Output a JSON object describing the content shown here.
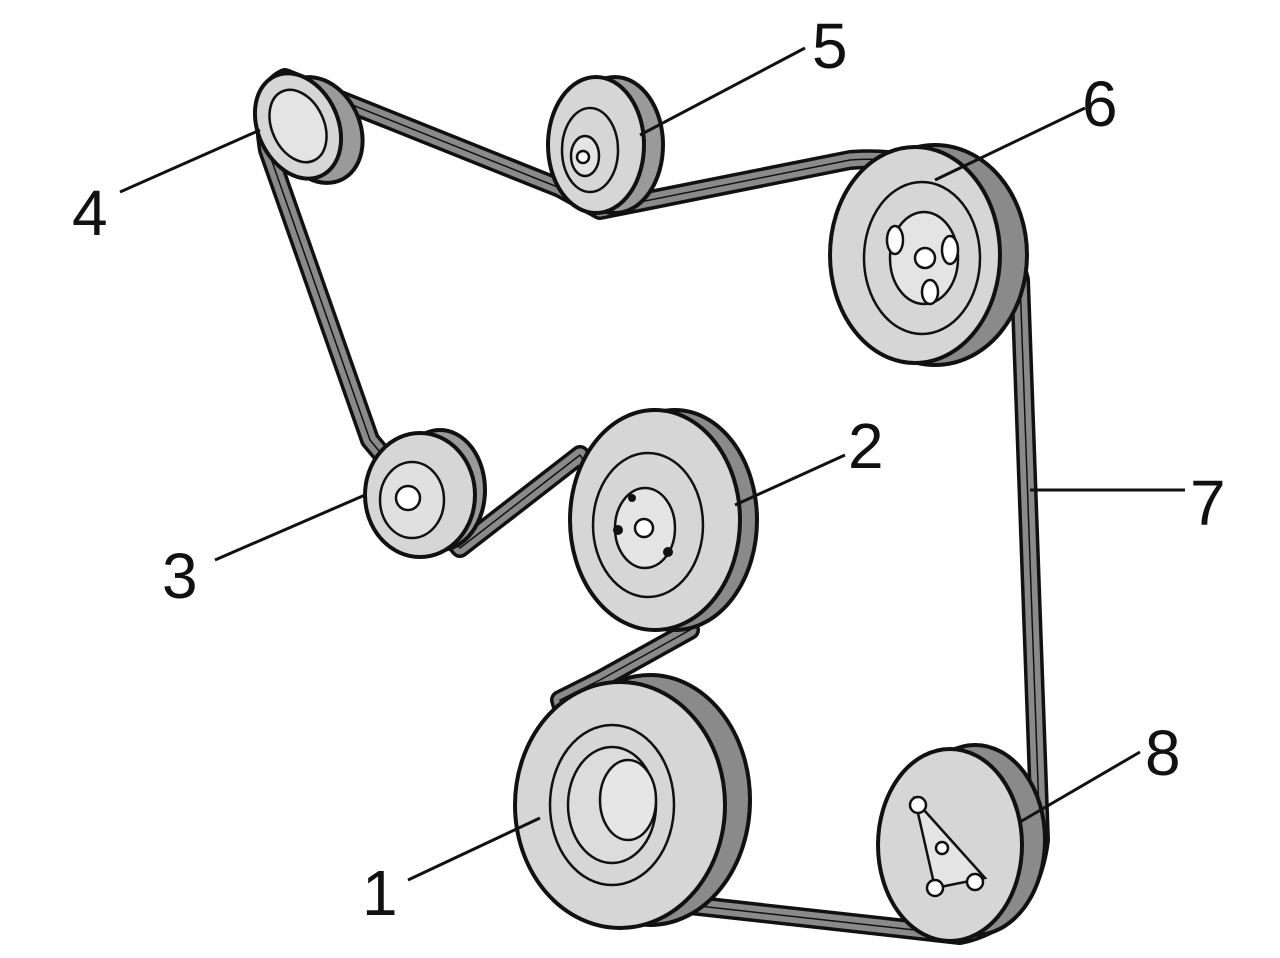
{
  "diagram": {
    "colors": {
      "pulley_face": "#d6d6d6",
      "belt": "#8a8a8a",
      "ink": "#111111",
      "background": "#ffffff"
    },
    "callouts": [
      {
        "id": "1",
        "label": "1"
      },
      {
        "id": "2",
        "label": "2"
      },
      {
        "id": "3",
        "label": "3"
      },
      {
        "id": "4",
        "label": "4"
      },
      {
        "id": "5",
        "label": "5"
      },
      {
        "id": "6",
        "label": "6"
      },
      {
        "id": "7",
        "label": "7"
      },
      {
        "id": "8",
        "label": "8"
      }
    ]
  }
}
